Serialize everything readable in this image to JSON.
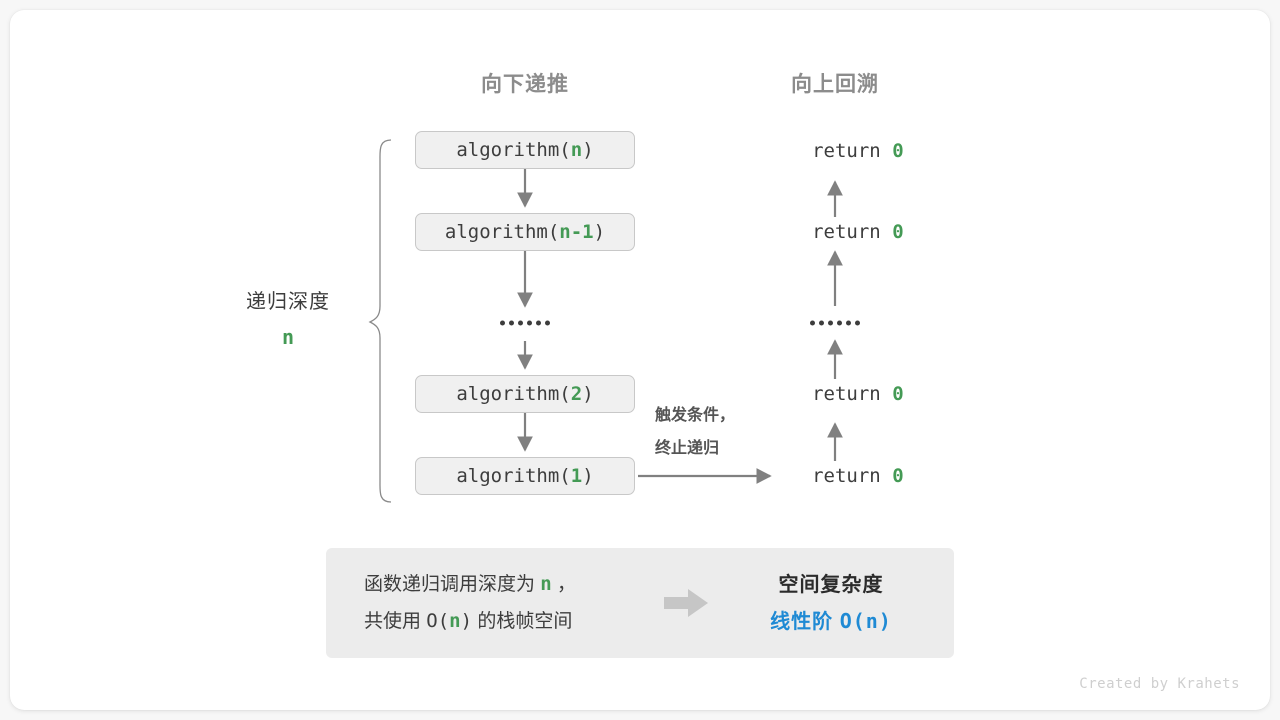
{
  "headers": {
    "down": "向下递推",
    "up": "向上回溯"
  },
  "depth": {
    "label": "递归深度",
    "value": "n"
  },
  "calls": [
    {
      "name": "algorithm(",
      "arg": "n",
      "close": ")"
    },
    {
      "name": "algorithm(",
      "arg": "n-1",
      "close": ")"
    },
    {
      "name": "algorithm(",
      "arg": "2",
      "close": ")"
    },
    {
      "name": "algorithm(",
      "arg": "1",
      "close": ")"
    }
  ],
  "returns": [
    {
      "keyword": "return ",
      "value": "0"
    },
    {
      "keyword": "return ",
      "value": "0"
    },
    {
      "keyword": "return ",
      "value": "0"
    },
    {
      "keyword": "return ",
      "value": "0"
    }
  ],
  "ellipsis": "••••••",
  "trigger_note": {
    "line1": "触发条件，",
    "line2": "终止递归"
  },
  "summary": {
    "left_line1_a": "函数递归调用深度为 ",
    "left_line1_n": "n",
    "left_line1_b": " ，",
    "left_line2_a": "共使用 ",
    "left_line2_o": "O(",
    "left_line2_n": "n",
    "left_line2_c": ")",
    "left_line2_b": " 的栈帧空间",
    "right_title": "空间复杂度",
    "right_value_label": "线性阶 ",
    "right_value_mono": "O(n)"
  },
  "footer": "Created by Krahets",
  "colors": {
    "green": "#449a55",
    "blue": "#1f8ad4",
    "gray_text": "#3d3d3d",
    "header_gray": "#8c8c8c",
    "box_fill": "#f0f0f0",
    "panel_fill": "#ececec",
    "arrow_gray": "#808080"
  }
}
